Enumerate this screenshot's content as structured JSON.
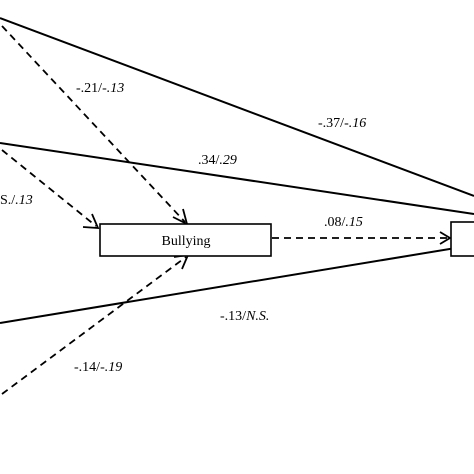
{
  "diagram": {
    "nodes": {
      "bullying": {
        "label": "Bullying"
      },
      "outcome": {
        "label": ""
      }
    },
    "paths": [
      {
        "id": "pred1-outcome",
        "style": "solid",
        "plain": "-.37/",
        "italic": "-.16"
      },
      {
        "id": "pred1-bullying",
        "style": "dashed",
        "plain": "-.21/",
        "italic": "-.13"
      },
      {
        "id": "pred2-outcome",
        "style": "solid",
        "plain": ".34/",
        "italic": ".29"
      },
      {
        "id": "pred2-bullying",
        "style": "dashed",
        "plain": "S./",
        "italic": ".13"
      },
      {
        "id": "bullying-outcome",
        "style": "dashed",
        "plain": ".08/",
        "italic": ".15"
      },
      {
        "id": "pred3-outcome",
        "style": "solid",
        "plain": "-.13/",
        "italic": "N.S."
      },
      {
        "id": "pred4-bullying",
        "style": "dashed",
        "plain": "-.14/",
        "italic": "-.19"
      }
    ]
  }
}
